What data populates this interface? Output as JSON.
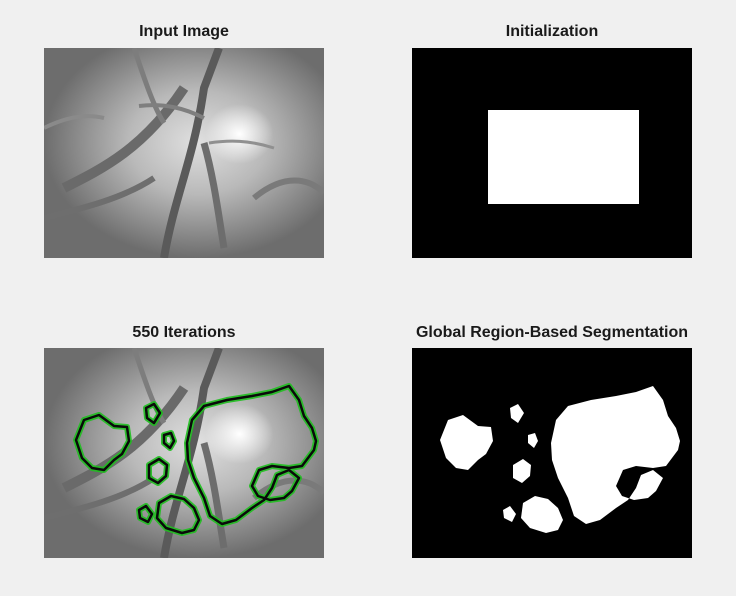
{
  "figure": {
    "panels": [
      {
        "id": "input",
        "title": "Input Image"
      },
      {
        "id": "init",
        "title": "Initialization"
      },
      {
        "id": "iterations",
        "title": "550 Iterations"
      },
      {
        "id": "segmentation",
        "title": "Global Region-Based Segmentation"
      }
    ]
  },
  "colors": {
    "figure_background": "#f0f0f0",
    "contour": "#1fbf1f",
    "mask_foreground": "#ffffff",
    "mask_background": "#000000"
  }
}
